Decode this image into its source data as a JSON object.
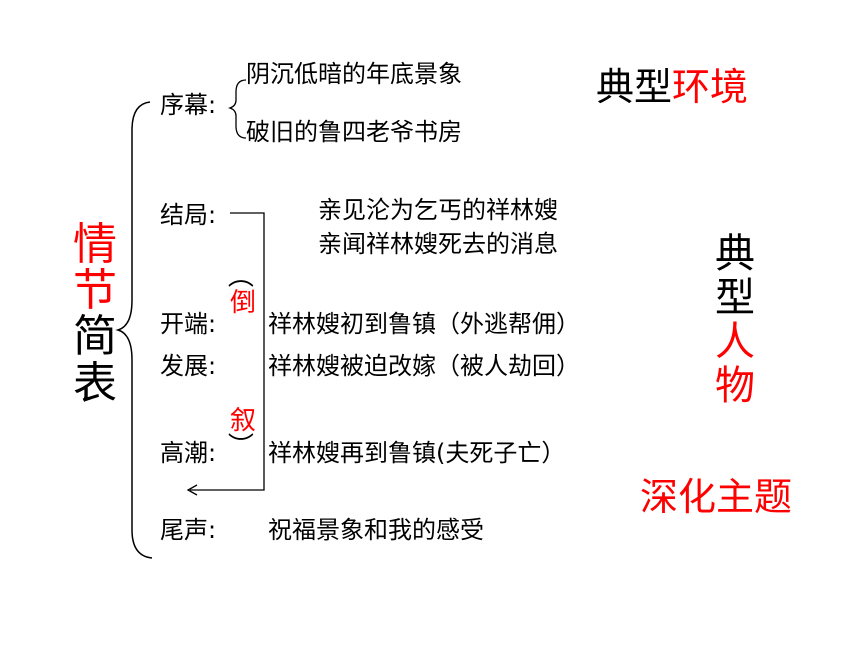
{
  "left_title": {
    "chars": [
      "情",
      "节",
      "简",
      "表"
    ],
    "colors": [
      "#ff0000",
      "#ff0000",
      "#000000",
      "#000000"
    ]
  },
  "prologue": {
    "label": "序幕:",
    "items": [
      "阴沉低暗的年底景象",
      "破旧的鲁四老爷书房"
    ]
  },
  "stages": [
    {
      "label": "结局:",
      "text": "亲见沦为乞丐的祥林嫂"
    },
    {
      "label": "",
      "text": "亲闻祥林嫂死去的消息"
    },
    {
      "label": "开端:",
      "text": "祥林嫂初到鲁镇（外逃帮佣）"
    },
    {
      "label": "发展:",
      "text": "祥林嫂被迫改嫁（被人劫回）"
    },
    {
      "label": "高潮:",
      "text": "祥林嫂再到鲁镇(夫死子亡）"
    },
    {
      "label": "尾声:",
      "text": "祝福景象和我的感受"
    }
  ],
  "flashback": {
    "open": "（",
    "c1": "倒",
    "c2": "叙",
    "close": "）"
  },
  "right": {
    "env_black": "典型",
    "env_red": "环境",
    "char_chars": [
      "典",
      "型",
      "人",
      "物"
    ],
    "char_colors": [
      "#000000",
      "#000000",
      "#ff0000",
      "#ff0000"
    ],
    "theme": "深化主题"
  },
  "colors": {
    "accent": "#ff0000",
    "text": "#000000"
  }
}
